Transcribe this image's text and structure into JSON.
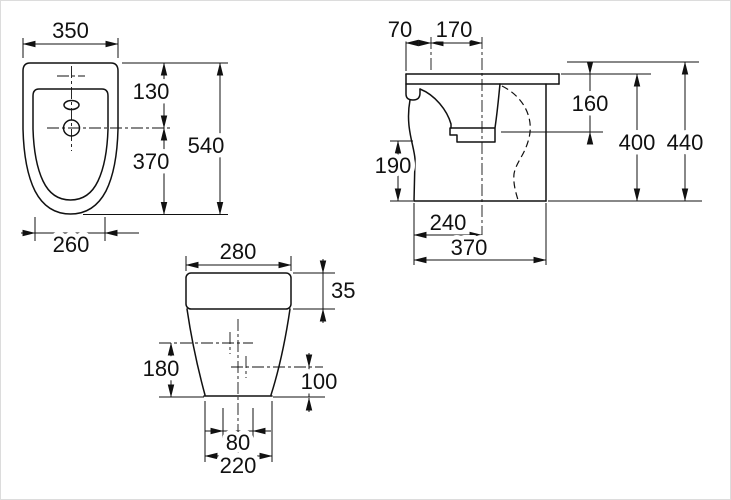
{
  "drawing_labels": {
    "plan": {
      "width_top": "350",
      "hole_offset": "130",
      "hole_to_front": "370",
      "total_depth": "540",
      "width_bottom": "260"
    },
    "side": {
      "offset_a": "70",
      "offset_b": "170",
      "rim_to_basin": "160",
      "basin_to_floor": "190",
      "rim_height": "400",
      "total_height": "440",
      "outlet_to_front": "240",
      "base_depth": "370"
    },
    "front": {
      "rim_width": "280",
      "rim_thickness": "35",
      "side_hole_height": "180",
      "lower_hole_height": "100",
      "hole_spacing": "80",
      "base_width": "220"
    }
  }
}
